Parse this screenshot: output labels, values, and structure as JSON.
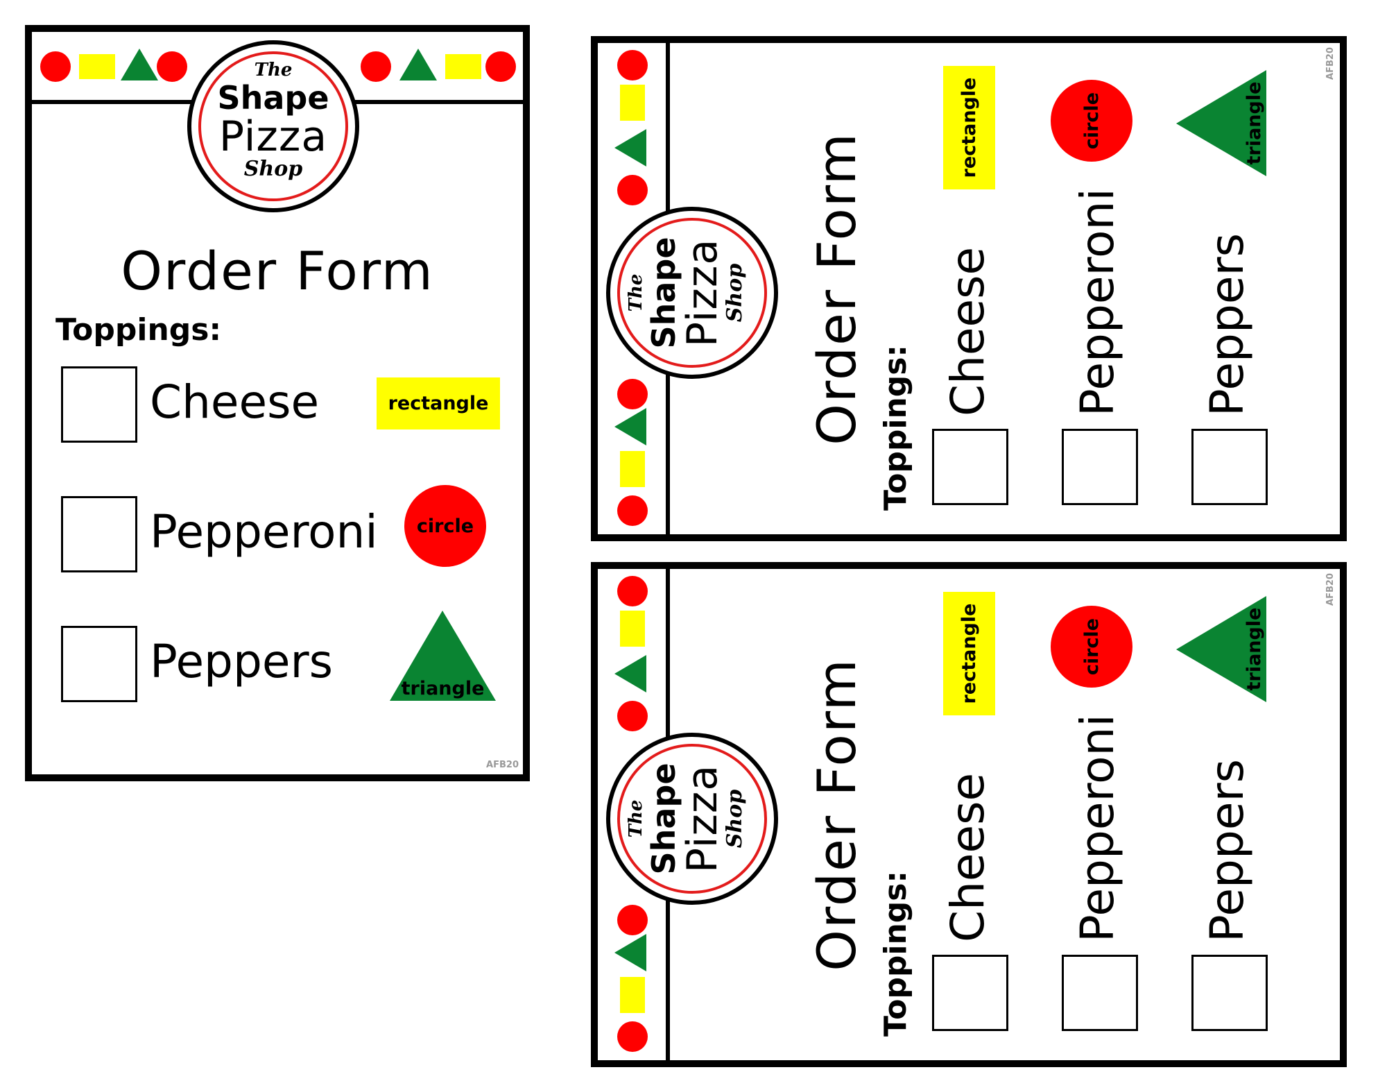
{
  "colors": {
    "red": "#ff0000",
    "yellow": "#ffff00",
    "green": "#0a8432",
    "border": "#000000"
  },
  "cards": [
    {
      "logo": {
        "the": "The",
        "shape": "Shape",
        "pizza": "Pizza",
        "shop": "Shop"
      },
      "title": "Order Form",
      "toppings_label": "Toppings:",
      "items": [
        {
          "name": "Cheese",
          "shape": "rectangle"
        },
        {
          "name": "Pepperoni",
          "shape": "circle"
        },
        {
          "name": "Peppers",
          "shape": "triangle"
        }
      ],
      "code": "AFB20"
    },
    {
      "logo": {
        "the": "The",
        "shape": "Shape",
        "pizza": "Pizza",
        "shop": "Shop"
      },
      "title": "Order Form",
      "toppings_label": "Toppings:",
      "items": [
        {
          "name": "Cheese",
          "shape": "rectangle"
        },
        {
          "name": "Pepperoni",
          "shape": "circle"
        },
        {
          "name": "Peppers",
          "shape": "triangle"
        }
      ],
      "code": "AFB20"
    },
    {
      "logo": {
        "the": "The",
        "shape": "Shape",
        "pizza": "Pizza",
        "shop": "Shop"
      },
      "title": "Order Form",
      "toppings_label": "Toppings:",
      "items": [
        {
          "name": "Cheese",
          "shape": "rectangle"
        },
        {
          "name": "Pepperoni",
          "shape": "circle"
        },
        {
          "name": "Peppers",
          "shape": "triangle"
        }
      ],
      "code": "AFB20"
    }
  ]
}
